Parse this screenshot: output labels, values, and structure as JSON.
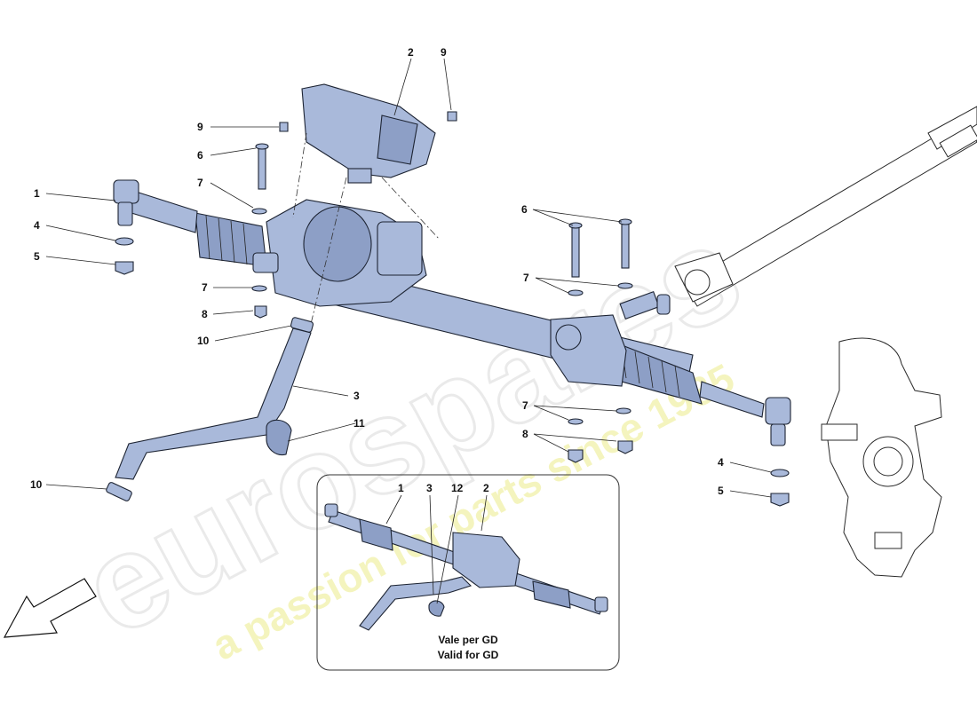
{
  "watermark": {
    "brand": "eurospares",
    "tagline": "a passion for parts since 1985"
  },
  "callouts": [
    {
      "id": "c1a",
      "label": "1"
    },
    {
      "id": "c2a",
      "label": "2"
    },
    {
      "id": "c3a",
      "label": "3"
    },
    {
      "id": "c4a",
      "label": "4"
    },
    {
      "id": "c4b",
      "label": "4"
    },
    {
      "id": "c5a",
      "label": "5"
    },
    {
      "id": "c5b",
      "label": "5"
    },
    {
      "id": "c6a",
      "label": "6"
    },
    {
      "id": "c6b",
      "label": "6"
    },
    {
      "id": "c7a",
      "label": "7"
    },
    {
      "id": "c7b",
      "label": "7"
    },
    {
      "id": "c7c",
      "label": "7"
    },
    {
      "id": "c7d",
      "label": "7"
    },
    {
      "id": "c8a",
      "label": "8"
    },
    {
      "id": "c8b",
      "label": "8"
    },
    {
      "id": "c9a",
      "label": "9"
    },
    {
      "id": "c9b",
      "label": "9"
    },
    {
      "id": "c10a",
      "label": "10"
    },
    {
      "id": "c10b",
      "label": "10"
    },
    {
      "id": "c11a",
      "label": "11"
    }
  ],
  "inset": {
    "callouts": [
      "1",
      "3",
      "12",
      "2"
    ],
    "caption_it": "Vale per GD",
    "caption_en": "Valid for GD"
  },
  "colors": {
    "part_fill": "#a9b9da",
    "outline": "#1d2433",
    "watermark": "#ecec8a"
  },
  "icons": {
    "direction_arrow": "front-direction-arrow-icon"
  }
}
